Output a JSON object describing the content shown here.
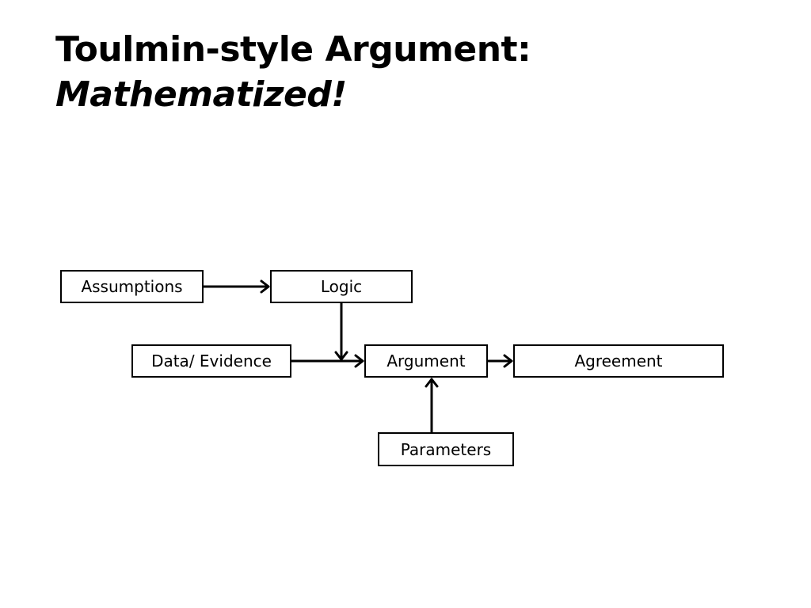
{
  "slide": {
    "title_line1": "Toulmin-style Argument:",
    "title_line2": "Mathematized!"
  },
  "diagram": {
    "nodes": {
      "assumptions": "Assumptions",
      "logic": "Logic",
      "data_evidence": "Data/ Evidence",
      "argument": "Argument",
      "agreement": "Agreement",
      "parameters": "Parameters"
    },
    "edges": [
      {
        "from": "Assumptions",
        "to": "Logic"
      },
      {
        "from": "Logic",
        "to": "Argument"
      },
      {
        "from": "Data/ Evidence",
        "to": "Argument"
      },
      {
        "from": "Argument",
        "to": "Agreement"
      },
      {
        "from": "Parameters",
        "to": "Argument"
      }
    ]
  }
}
